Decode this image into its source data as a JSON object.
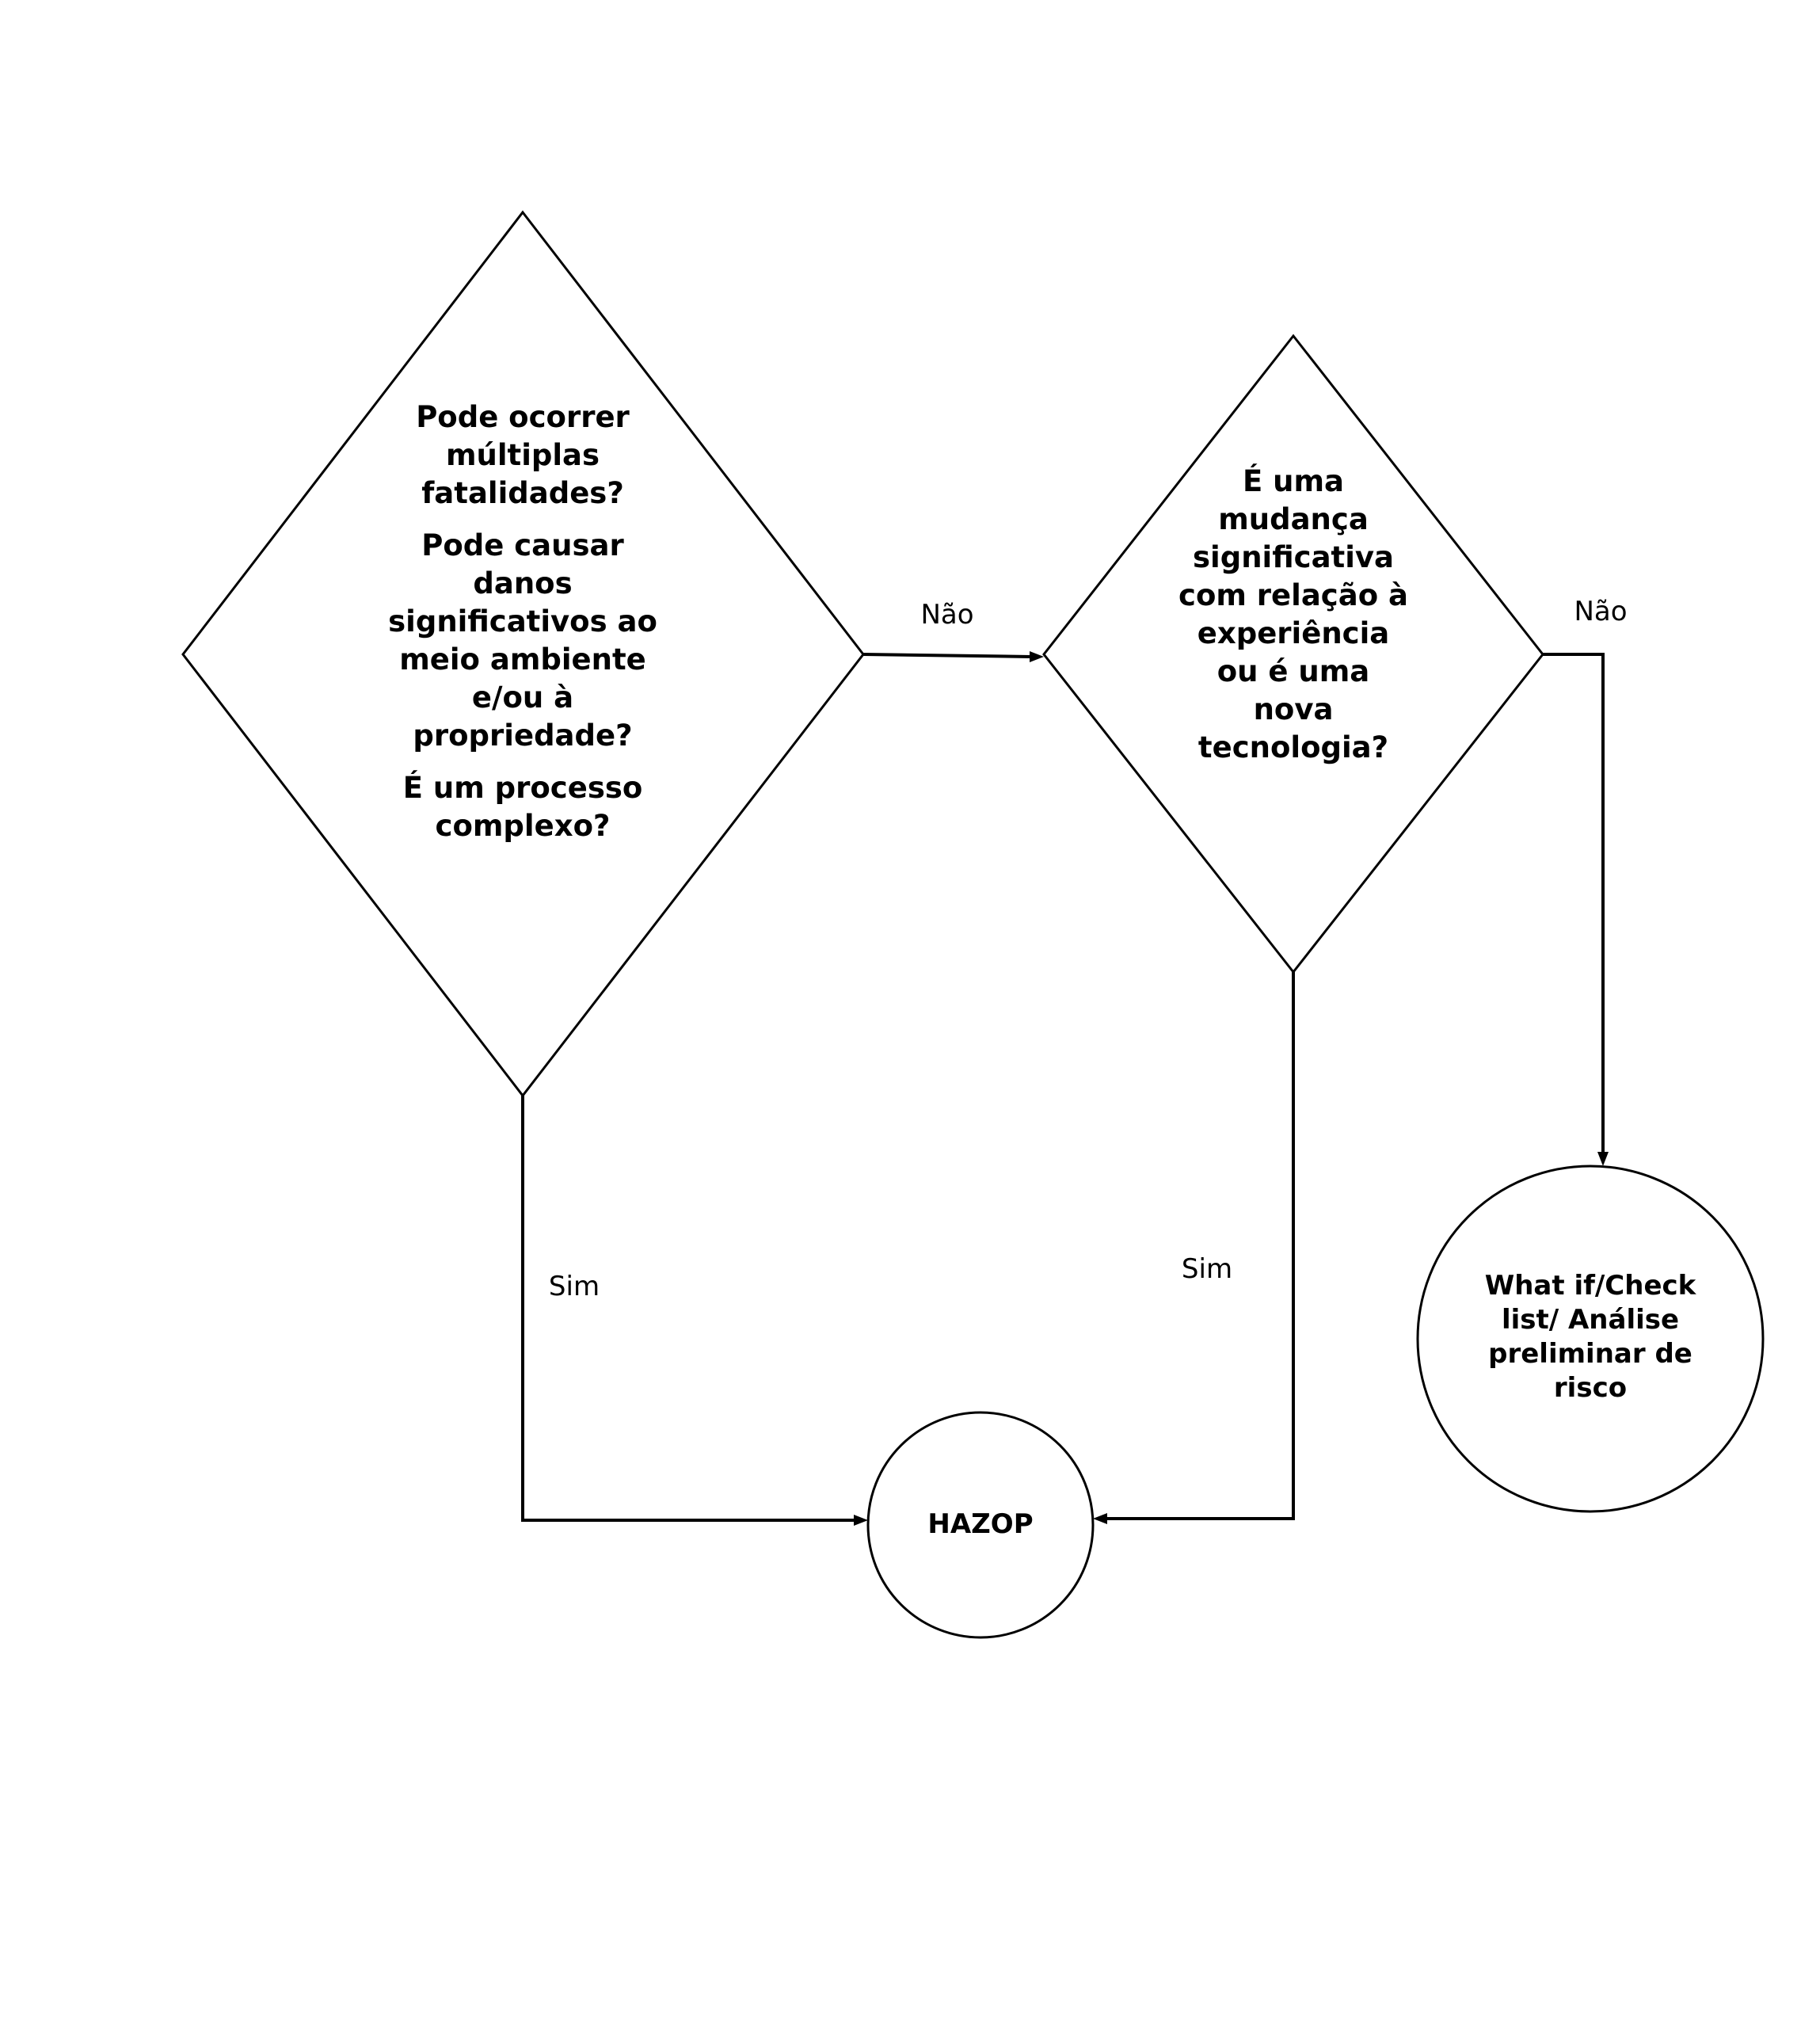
{
  "diagram": {
    "decision1": {
      "lines": [
        "Pode ocorrer múltiplas fatalidades?",
        "Pode causar danos significativos ao meio ambiente e/ou à propriedade?",
        "É um processo complexo?"
      ]
    },
    "decision2": {
      "text": "É uma mudança significativa com relação à experiência ou é uma nova tecnologia?"
    },
    "edges": {
      "d1_no": "Não",
      "d2_no": "Não",
      "d1_yes": "Sim",
      "d2_yes": "Sim"
    },
    "node_hazop": "HAZOP",
    "node_whatif": "What if/Check list/ Análise preliminar de risco"
  },
  "colors": {
    "stroke": "#000000",
    "background": "#ffffff"
  }
}
